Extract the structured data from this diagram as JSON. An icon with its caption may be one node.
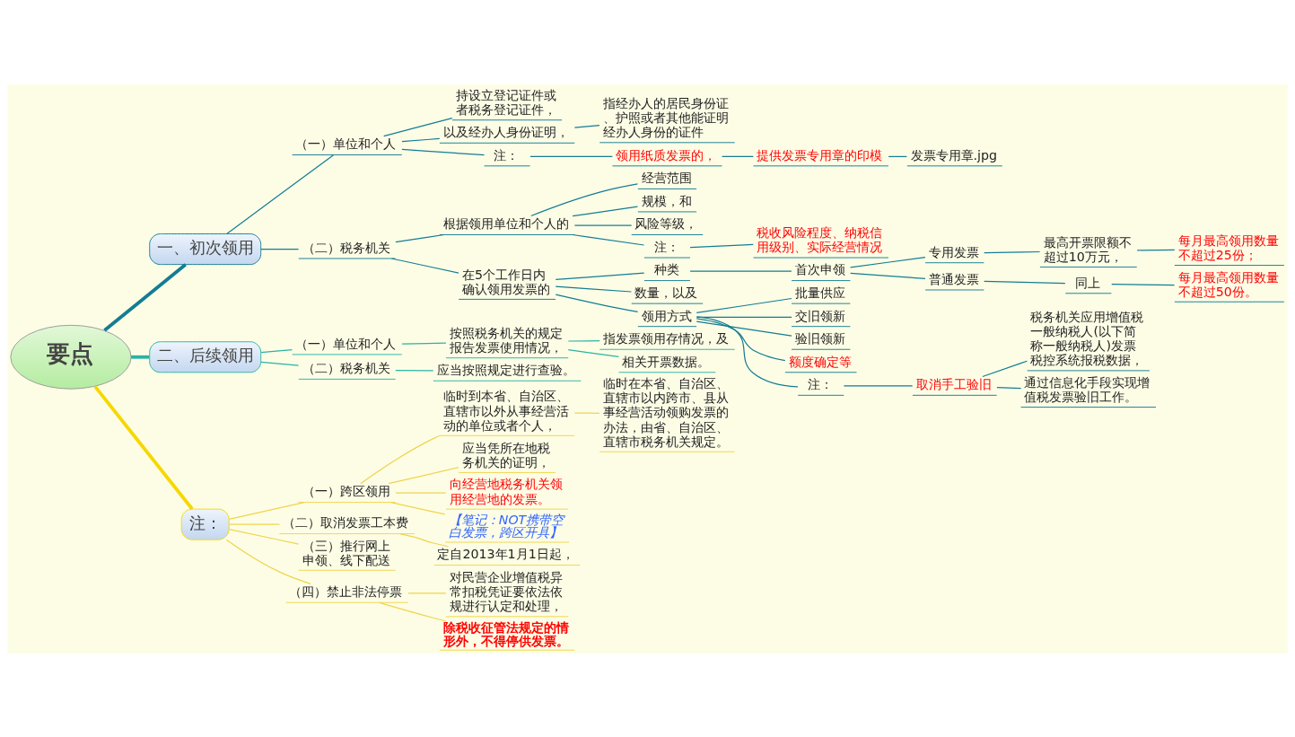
{
  "diagram": {
    "nodes": [
      {
        "text": [
          "要点"
        ]
      },
      {
        "text": [
          "一、初次领用"
        ]
      },
      {
        "text": [
          "二、后续领用"
        ]
      },
      {
        "text": [
          "注："
        ]
      },
      {
        "text": [
          "（一）单位和个人"
        ]
      },
      {
        "text": [
          "（二）税务机关"
        ]
      },
      {
        "text": [
          "（一）单位和个人"
        ]
      },
      {
        "text": [
          "（二）税务机关"
        ]
      },
      {
        "text": [
          "（一）跨区领用"
        ]
      },
      {
        "text": [
          "（二）取消发票工本费"
        ]
      },
      {
        "text": [
          "（三）推行网上申领、线下配送"
        ]
      },
      {
        "text": [
          "（四）禁止非法停票"
        ]
      },
      {
        "text": [
          "持设立登记证件或者税务登记证件，"
        ]
      },
      {
        "text": [
          "以及经办人身份证明，"
        ]
      },
      {
        "text": [
          "注："
        ]
      },
      {
        "text": [
          "根据领用单位和个人的"
        ]
      },
      {
        "text": [
          "在5个工作日内确认领用发票的"
        ]
      },
      {
        "text": [
          "按照税务机关的规定报告发票使用情况，"
        ]
      },
      {
        "text": [
          "应当按照规定进行查验。"
        ]
      },
      {
        "text": [
          "临时到本省、自治区、直辖市以外从事经营活动的单位或者个人，"
        ]
      },
      {
        "text": [
          "应当凭所在地税务机关的证明，"
        ]
      },
      {
        "text": [
          "向经营地税务机关领用经营地的发票。"
        ]
      },
      {
        "text": [
          "【笔记：NOT携带空白发票，跨区开具】"
        ]
      },
      {
        "text": [
          "定自2013年1月1日起，"
        ]
      },
      {
        "text": [
          "对民营企业增值税异常扣税凭证要依法依规进行认定和处理，"
        ]
      },
      {
        "text": [
          "除税收征管法规定的情形外，不得停供发票。"
        ]
      },
      {
        "text": [
          "指经办人的居民身份证、护照或者其他能证明经办人身份的证件"
        ]
      },
      {
        "text": [
          "领用纸质发票的，"
        ]
      },
      {
        "text": [
          "经营范围"
        ]
      },
      {
        "text": [
          "规模，和"
        ]
      },
      {
        "text": [
          "风险等级，"
        ]
      },
      {
        "text": [
          "注："
        ]
      },
      {
        "text": [
          "种类"
        ]
      },
      {
        "text": [
          "数量，以及"
        ]
      },
      {
        "text": [
          "领用方式"
        ]
      },
      {
        "text": [
          "指发票领用存情况，及"
        ]
      },
      {
        "text": [
          "相关开票数据。"
        ]
      },
      {
        "text": [
          "临时在本省、自治区、直辖市以内跨市、县从事经营活动领购发票的办法，由省、自治区、直辖市税务机关规定。"
        ]
      },
      {
        "text": [
          "提供发票专用章的印模"
        ]
      },
      {
        "text": [
          "税收风险程度、纳税信用级别、实际经营情况"
        ]
      },
      {
        "text": [
          "首次申领"
        ]
      },
      {
        "text": [
          "批量供应"
        ]
      },
      {
        "text": [
          "交旧领新"
        ]
      },
      {
        "text": [
          "验旧领新"
        ]
      },
      {
        "text": [
          "额度确定等"
        ]
      },
      {
        "text": [
          "注："
        ]
      },
      {
        "text": [
          "发票专用章.jpg"
        ]
      },
      {
        "text": [
          "专用发票"
        ]
      },
      {
        "text": [
          "普通发票"
        ]
      },
      {
        "text": [
          "取消手工验旧"
        ]
      },
      {
        "text": [
          "最高开票限额不超过10万元，"
        ]
      },
      {
        "text": [
          "同上"
        ]
      },
      {
        "text": [
          "税务机关应用增值税一般纳税人(以下简称一般纳税人)发票税控系统报税数据，"
        ]
      },
      {
        "text": [
          "通过信息化手段实现增值税发票验旧工作。"
        ]
      },
      {
        "text": [
          "每月最高领用数量不超过25份；"
        ]
      },
      {
        "text": [
          "每月最高领用数量不超过50份。"
        ]
      }
    ],
    "edges": [
      {
        "from": 0,
        "to": 1,
        "arrow": "none",
        "style": "thick"
      },
      {
        "from": 0,
        "to": 2,
        "arrow": "none",
        "style": "thick",
        "color": "#2ab3a3"
      },
      {
        "from": 0,
        "to": 3,
        "arrow": "none",
        "style": "thick",
        "color": "#f5d800"
      },
      {
        "from": 1,
        "to": 4,
        "arrow": "none"
      },
      {
        "from": 1,
        "to": 5,
        "arrow": "none"
      },
      {
        "from": 2,
        "to": 6,
        "arrow": "none",
        "color": "#2ab3a3"
      },
      {
        "from": 2,
        "to": 7,
        "arrow": "none",
        "color": "#2ab3a3"
      },
      {
        "from": 3,
        "to": 8,
        "arrow": "none",
        "color": "#f0d44a"
      },
      {
        "from": 3,
        "to": 9,
        "arrow": "none",
        "color": "#f0d44a"
      },
      {
        "from": 3,
        "to": 10,
        "arrow": "none",
        "color": "#f0d44a"
      },
      {
        "from": 3,
        "to": 11,
        "arrow": "none",
        "color": "#f0d44a"
      },
      {
        "from": 4,
        "to": 12,
        "arrow": "none"
      },
      {
        "from": 4,
        "to": 13,
        "arrow": "none"
      },
      {
        "from": 4,
        "to": 14,
        "arrow": "none"
      },
      {
        "from": 5,
        "to": 15,
        "arrow": "none"
      },
      {
        "from": 5,
        "to": 16,
        "arrow": "none"
      },
      {
        "from": 6,
        "to": 17,
        "arrow": "none",
        "color": "#2ab3a3"
      },
      {
        "from": 7,
        "to": 18,
        "arrow": "none",
        "color": "#2ab3a3"
      },
      {
        "from": 8,
        "to": 19,
        "arrow": "none",
        "color": "#f0d44a"
      },
      {
        "from": 8,
        "to": 20,
        "arrow": "none",
        "color": "#f0d44a"
      },
      {
        "from": 8,
        "to": 21,
        "arrow": "none",
        "color": "#f0d44a"
      },
      {
        "from": 8,
        "to": 22,
        "arrow": "none",
        "color": "#f0d44a"
      },
      {
        "from": 9,
        "to": 23,
        "arrow": "none",
        "color": "#f0d44a"
      },
      {
        "from": 11,
        "to": 24,
        "arrow": "none",
        "color": "#f0d44a"
      },
      {
        "from": 11,
        "to": 25,
        "arrow": "none",
        "color": "#f0d44a"
      },
      {
        "from": 13,
        "to": 26,
        "arrow": "none"
      },
      {
        "from": 14,
        "to": 27,
        "arrow": "none"
      },
      {
        "from": 15,
        "to": 28,
        "arrow": "none"
      },
      {
        "from": 15,
        "to": 29,
        "arrow": "none"
      },
      {
        "from": 15,
        "to": 30,
        "arrow": "none"
      },
      {
        "from": 15,
        "to": 31,
        "arrow": "none"
      },
      {
        "from": 16,
        "to": 32,
        "arrow": "none"
      },
      {
        "from": 16,
        "to": 33,
        "arrow": "none"
      },
      {
        "from": 16,
        "to": 34,
        "arrow": "none"
      },
      {
        "from": 17,
        "to": 35,
        "arrow": "none",
        "color": "#2ab3a3"
      },
      {
        "from": 17,
        "to": 36,
        "arrow": "none",
        "color": "#2ab3a3"
      },
      {
        "from": 19,
        "to": 37,
        "arrow": "none",
        "color": "#f0d44a"
      },
      {
        "from": 27,
        "to": 38,
        "arrow": "none"
      },
      {
        "from": 31,
        "to": 39,
        "arrow": "none"
      },
      {
        "from": 32,
        "to": 40,
        "arrow": "none"
      },
      {
        "from": 34,
        "to": 41,
        "arrow": "none"
      },
      {
        "from": 34,
        "to": 42,
        "arrow": "none"
      },
      {
        "from": 34,
        "to": 43,
        "arrow": "none"
      },
      {
        "from": 34,
        "to": 44,
        "arrow": "none"
      },
      {
        "from": 34,
        "to": 45,
        "arrow": "none"
      },
      {
        "from": 38,
        "to": 46,
        "arrow": "none"
      },
      {
        "from": 40,
        "to": 47,
        "arrow": "none"
      },
      {
        "from": 40,
        "to": 48,
        "arrow": "none"
      },
      {
        "from": 45,
        "to": 49,
        "arrow": "none"
      },
      {
        "from": 47,
        "to": 50,
        "arrow": "none"
      },
      {
        "from": 48,
        "to": 51,
        "arrow": "none"
      },
      {
        "from": 49,
        "to": 52,
        "arrow": "none"
      },
      {
        "from": 49,
        "to": 53,
        "arrow": "none"
      },
      {
        "from": 50,
        "to": 54,
        "arrow": "none"
      },
      {
        "from": 51,
        "to": 55,
        "arrow": "none"
      }
    ]
  }
}
